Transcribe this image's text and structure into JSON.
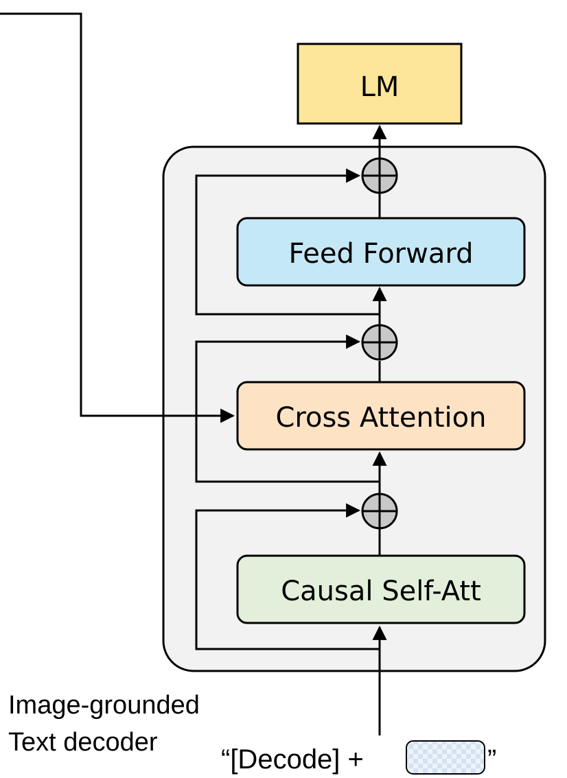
{
  "diagram": {
    "lm_label": "LM",
    "feed_forward_label": "Feed Forward",
    "cross_attention_label": "Cross Attention",
    "causal_self_att_label": "Causal Self-Att",
    "caption_line1": "Image-grounded",
    "caption_line2": "Text decoder",
    "input_prefix": "“[Decode] +",
    "input_suffix": "”"
  },
  "colors": {
    "lm_fill": "#fde69a",
    "feed_forward_fill": "#c5e8f7",
    "cross_attention_fill": "#fde3c4",
    "causal_self_att_fill": "#e2efdb",
    "block_fill": "#f2f2f2",
    "add_fill": "#c8c8c8",
    "token_fill": "#dce8f4",
    "stroke": "#000000"
  }
}
